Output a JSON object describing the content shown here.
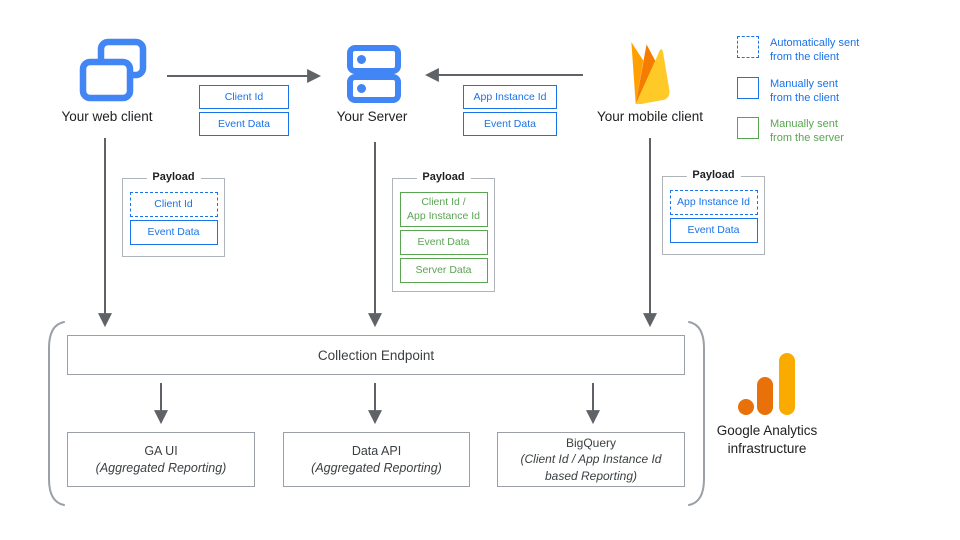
{
  "clients": {
    "web": {
      "label": "Your web client"
    },
    "server": {
      "label": "Your Server"
    },
    "mobile": {
      "label": "Your mobile client"
    }
  },
  "flows": {
    "web_to_server": {
      "labels": [
        "Client Id",
        "Event Data"
      ]
    },
    "mobile_to_server": {
      "labels": [
        "App Instance Id",
        "Event Data"
      ]
    }
  },
  "legend": [
    {
      "swatch": "dashed-blue-box",
      "text": "Automatically sent\nfrom the client"
    },
    {
      "swatch": "solid-blue-box",
      "text": "Manually sent\nfrom the client"
    },
    {
      "swatch": "solid-green-box",
      "text": "Manually sent\nfrom the server"
    }
  ],
  "payloads": {
    "title": "Payload",
    "web": [
      {
        "label": "Client Id",
        "style": "dashed-blue"
      },
      {
        "label": "Event Data",
        "style": "solid-blue"
      }
    ],
    "server": [
      {
        "label": "Client Id /\nApp Instance Id",
        "style": "solid-green"
      },
      {
        "label": "Event Data",
        "style": "solid-green"
      },
      {
        "label": "Server Data",
        "style": "solid-green"
      }
    ],
    "mobile": [
      {
        "label": "App Instance Id",
        "style": "dashed-blue"
      },
      {
        "label": "Event Data",
        "style": "solid-blue"
      }
    ]
  },
  "infrastructure": {
    "collection_endpoint": "Collection Endpoint",
    "outputs": [
      {
        "title": "GA UI",
        "subtitle": "(Aggregated Reporting)"
      },
      {
        "title": "Data API",
        "subtitle": "(Aggregated Reporting)"
      },
      {
        "title": "BigQuery",
        "subtitle": "(Client Id / App Instance Id\nbased Reporting)"
      }
    ],
    "caption": "Google Analytics\ninfrastructure"
  },
  "colors": {
    "blue": "#1a73e8",
    "icon_blue": "#4285f4",
    "green": "#5aa552",
    "border_gray": "#9aa0a6",
    "arrow_gray": "#5f6368",
    "firebase_amber": "#ffa000",
    "firebase_orange": "#f57c00",
    "firebase_yellow": "#ffca28",
    "ga_dark_orange": "#e8710a",
    "ga_amber": "#f9ab00"
  }
}
